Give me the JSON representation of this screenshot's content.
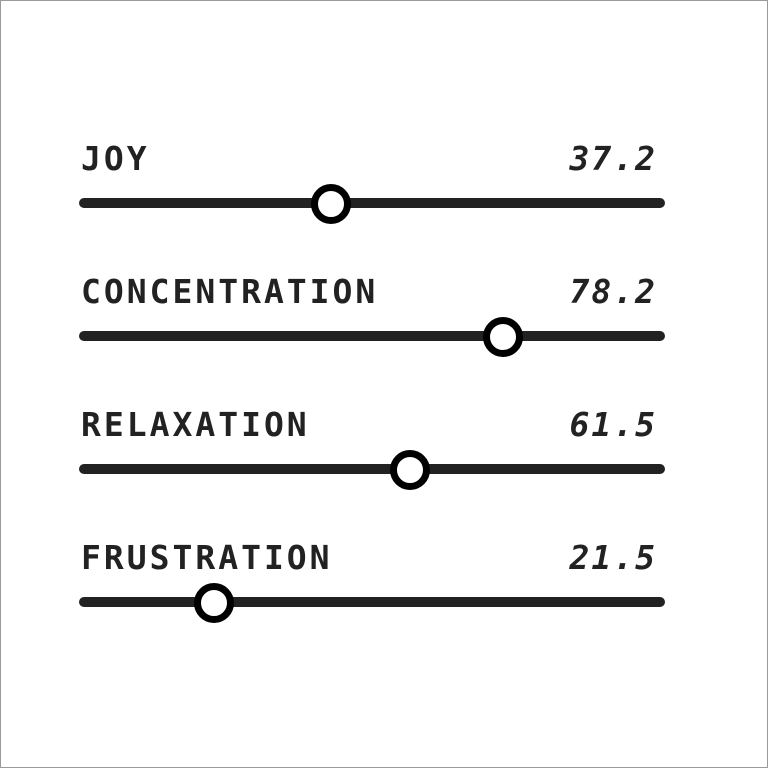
{
  "sliders": [
    {
      "label": "JOY",
      "value_text": "37.2",
      "fraction": 0.43
    },
    {
      "label": "CONCENTRATION",
      "value_text": "78.2",
      "fraction": 0.723
    },
    {
      "label": "RELAXATION",
      "value_text": "61.5",
      "fraction": 0.564
    },
    {
      "label": "FRUSTRATION",
      "value_text": "21.5",
      "fraction": 0.231
    }
  ],
  "colors": {
    "track": "#222222",
    "thumb_border": "#000000",
    "thumb_fill": "#ffffff",
    "text": "#222222"
  }
}
